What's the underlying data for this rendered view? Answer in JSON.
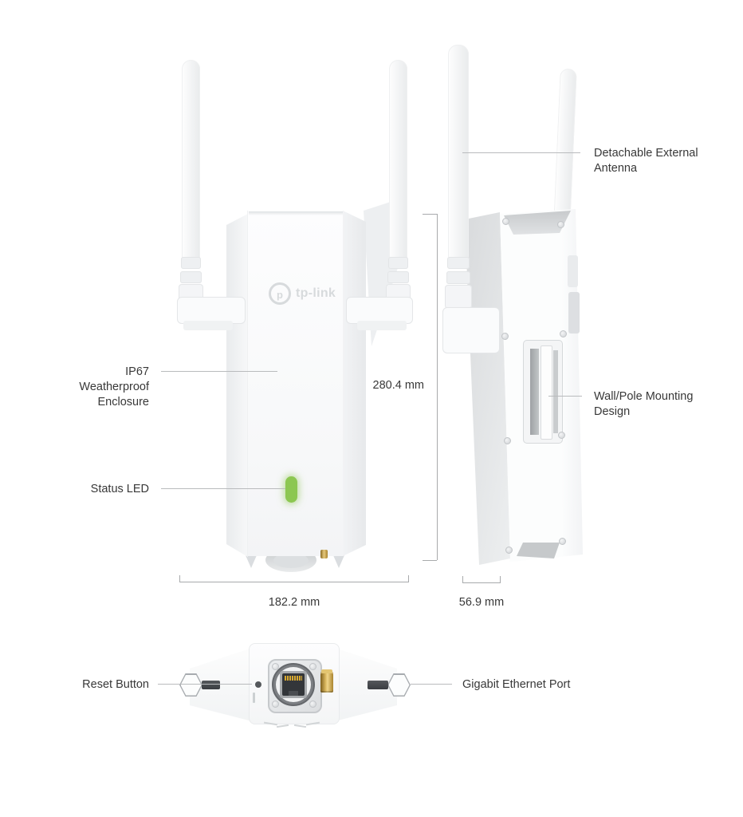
{
  "annotations": {
    "detachable_antenna": {
      "line1": "Detachable External",
      "line2": "Antenna"
    },
    "wall_pole_mounting": {
      "line1": "Wall/Pole Mounting",
      "line2": "Design"
    },
    "ip67_enclosure": {
      "line1": "IP67",
      "line2": "Weatherproof",
      "line3": "Enclosure"
    },
    "status_led": {
      "label": "Status LED"
    },
    "reset_button": {
      "label": "Reset Button"
    },
    "gigabit_ethernet": {
      "label": "Gigabit Ethernet Port"
    }
  },
  "dimensions": {
    "height_label": "280.4 mm",
    "width_label": "182.2 mm",
    "depth_label": "56.9 mm"
  },
  "brand": {
    "logo_text": "tp-link",
    "logo_monogram": "p"
  },
  "colors": {
    "led_green": "#8cc751",
    "brass_connector": "#c99f3e",
    "text": "#383838",
    "leader_line": "#b9bbbd"
  },
  "icons": {
    "status_led": "green-pill-indicator",
    "antenna_connector": "hex-nut",
    "ethernet_port": "rj45-jack",
    "screw": "cross-head-screw"
  }
}
